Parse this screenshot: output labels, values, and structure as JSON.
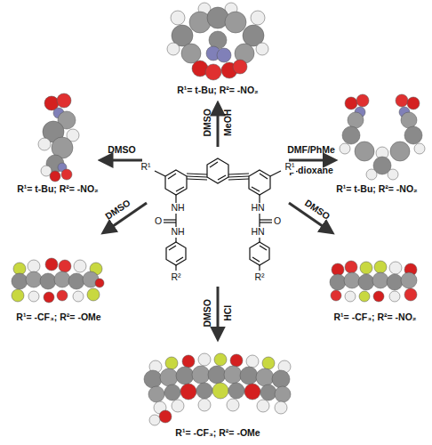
{
  "diagram": {
    "labels": [
      "DMSO",
      "MeOH",
      "R¹= t-Bu; R²= -NO₂",
      "DMSO",
      "DMF/PhMe",
      "p-dioxane",
      "R¹= t-Bu; R²= -NO₂",
      "R¹= t-Bu; R²= -NO₂",
      "R¹",
      "R¹",
      "NH",
      "O",
      "NH",
      "HN",
      "O",
      "HN",
      "R²",
      "R²",
      "DMSO",
      "DMSO",
      "R¹= -CF₃; R²= -OMe",
      "R¹= -CF₃; R²= -NO₂",
      "DMSO",
      "HCl",
      "R¹= -CF₃; R²= -OMe"
    ]
  }
}
